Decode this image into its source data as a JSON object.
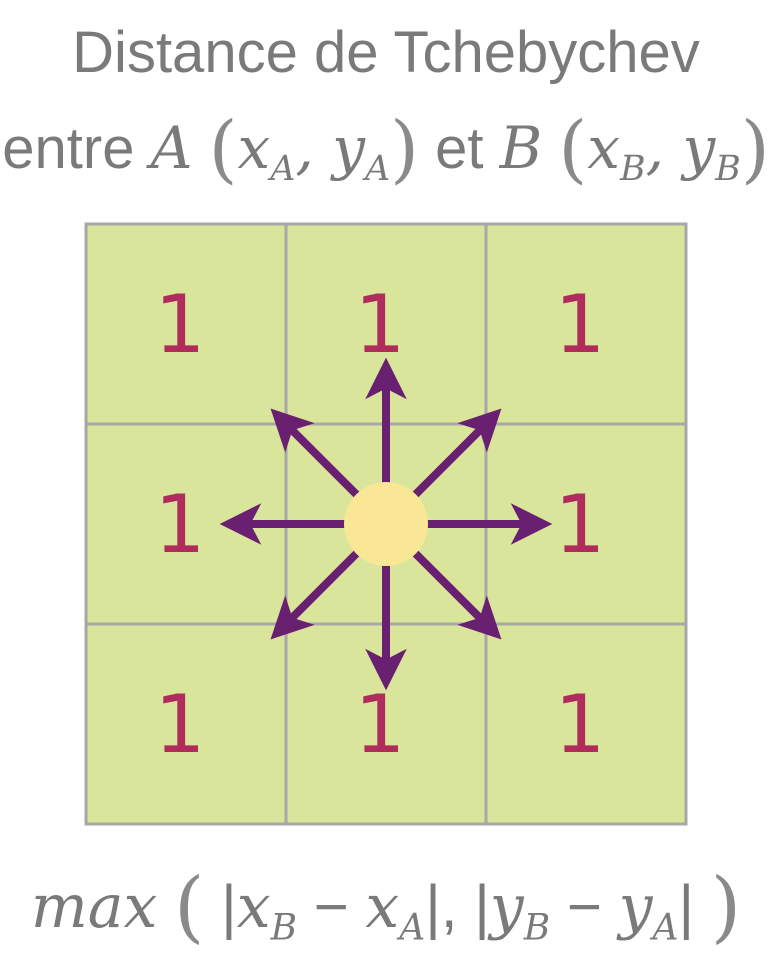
{
  "title": {
    "line1": "Distance de Tchebychev",
    "line2_prefix": "entre",
    "point_a": "A",
    "x_a": "x",
    "x_a_sub": "A",
    "y_a": "y",
    "y_a_sub": "A",
    "conjunction": "et",
    "point_b": "B",
    "x_b": "x",
    "x_b_sub": "B",
    "y_b": "y",
    "y_b_sub": "B"
  },
  "grid": {
    "rows": 3,
    "cols": 3,
    "cell_fill": "#d9e59b",
    "line_color": "#a8a8a8",
    "labels": [
      "1",
      "1",
      "1",
      "1",
      "",
      "1",
      "1",
      "1",
      "1"
    ],
    "label_color": "#b02c5a",
    "arrow_color": "#6a2070",
    "center_dot_color": "#f9e795",
    "arrows": [
      "up-left",
      "up",
      "up-right",
      "left",
      "right",
      "down-left",
      "down",
      "down-right"
    ]
  },
  "formula": {
    "func": "max",
    "term1_a": "x",
    "term1_a_sub": "B",
    "minus": "−",
    "term1_b": "x",
    "term1_b_sub": "A",
    "comma": ",",
    "term2_a": "y",
    "term2_a_sub": "B",
    "term2_b": "y",
    "term2_b_sub": "A"
  }
}
